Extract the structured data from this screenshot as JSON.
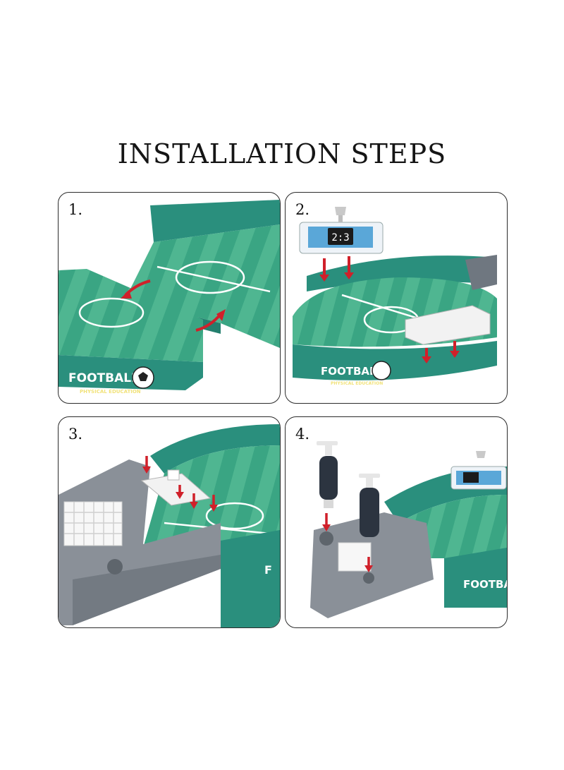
{
  "page": {
    "title": "INSTALLATION STEPS"
  },
  "steps": [
    {
      "number": "1."
    },
    {
      "number": "2."
    },
    {
      "number": "3."
    },
    {
      "number": "4."
    }
  ],
  "product": {
    "brand": "FOOTBALL",
    "tagline": "PHYSICAL EDUCATION",
    "scoreboard_score": "2:3"
  },
  "colors": {
    "field_green": "#2f9a78",
    "field_light": "#4fb38f",
    "wall_teal": "#2a8f7d",
    "arrow_red": "#d0202a",
    "base_grey": "#8a9098"
  }
}
